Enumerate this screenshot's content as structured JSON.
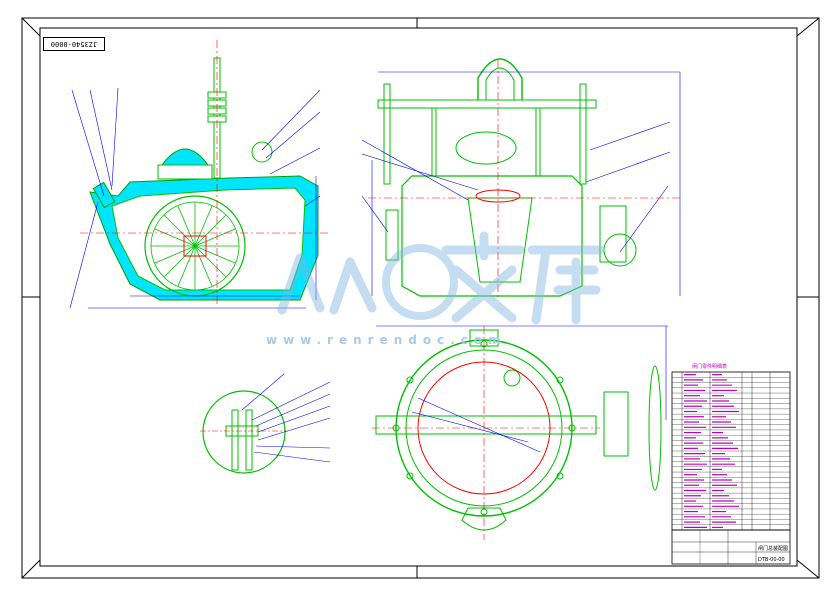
{
  "drawing": {
    "code_box": "JZ3540-0000",
    "watermark": {
      "brand": "人人文库",
      "url": "www.renrendoc.com"
    },
    "title_block": {
      "name": "闸门总装配图",
      "number": "DTB-00-00"
    },
    "parts_table": {
      "title": "闸门零件明细表",
      "row_count": 30
    },
    "colors": {
      "outline": "#00c000",
      "fill": "#00e5ff",
      "center_line": "#ff0000",
      "leader": "#0000ff",
      "frame": "#000000"
    }
  }
}
